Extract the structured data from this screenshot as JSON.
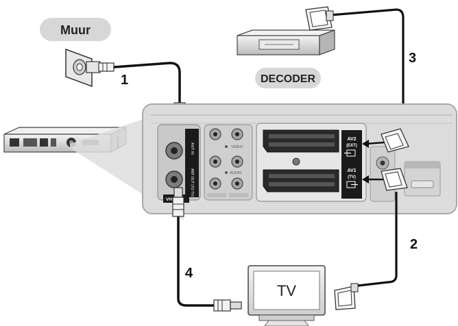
{
  "labels": {
    "wall": "Muur",
    "decoder": "DECODER",
    "tv": "TV"
  },
  "steps": [
    "1",
    "2",
    "3",
    "4"
  ],
  "panel": {
    "antenna_in": "ANT IN",
    "antenna_out": "ANT OUT (TO TV)",
    "vhf": "VHF",
    "video": "VIDEO",
    "audio": "AUDIO",
    "av2_line1": "AV2",
    "av2_line2": "(EXT)",
    "av1_line1": "AV1",
    "av1_line2": "(TV)"
  },
  "colors": {
    "pill": "#d7d7d7",
    "panel": "#dcdcdc",
    "panel_edge": "#a8a8a8",
    "cable": "#111111",
    "black_strip": "#1a1a1a"
  },
  "icons": [
    "wall-socket-icon",
    "antenna-plug-icon",
    "scart-plug-icon",
    "decoder-box-icon",
    "recorder-device-icon",
    "tv-screen-icon",
    "av-input-arrow-icon"
  ]
}
